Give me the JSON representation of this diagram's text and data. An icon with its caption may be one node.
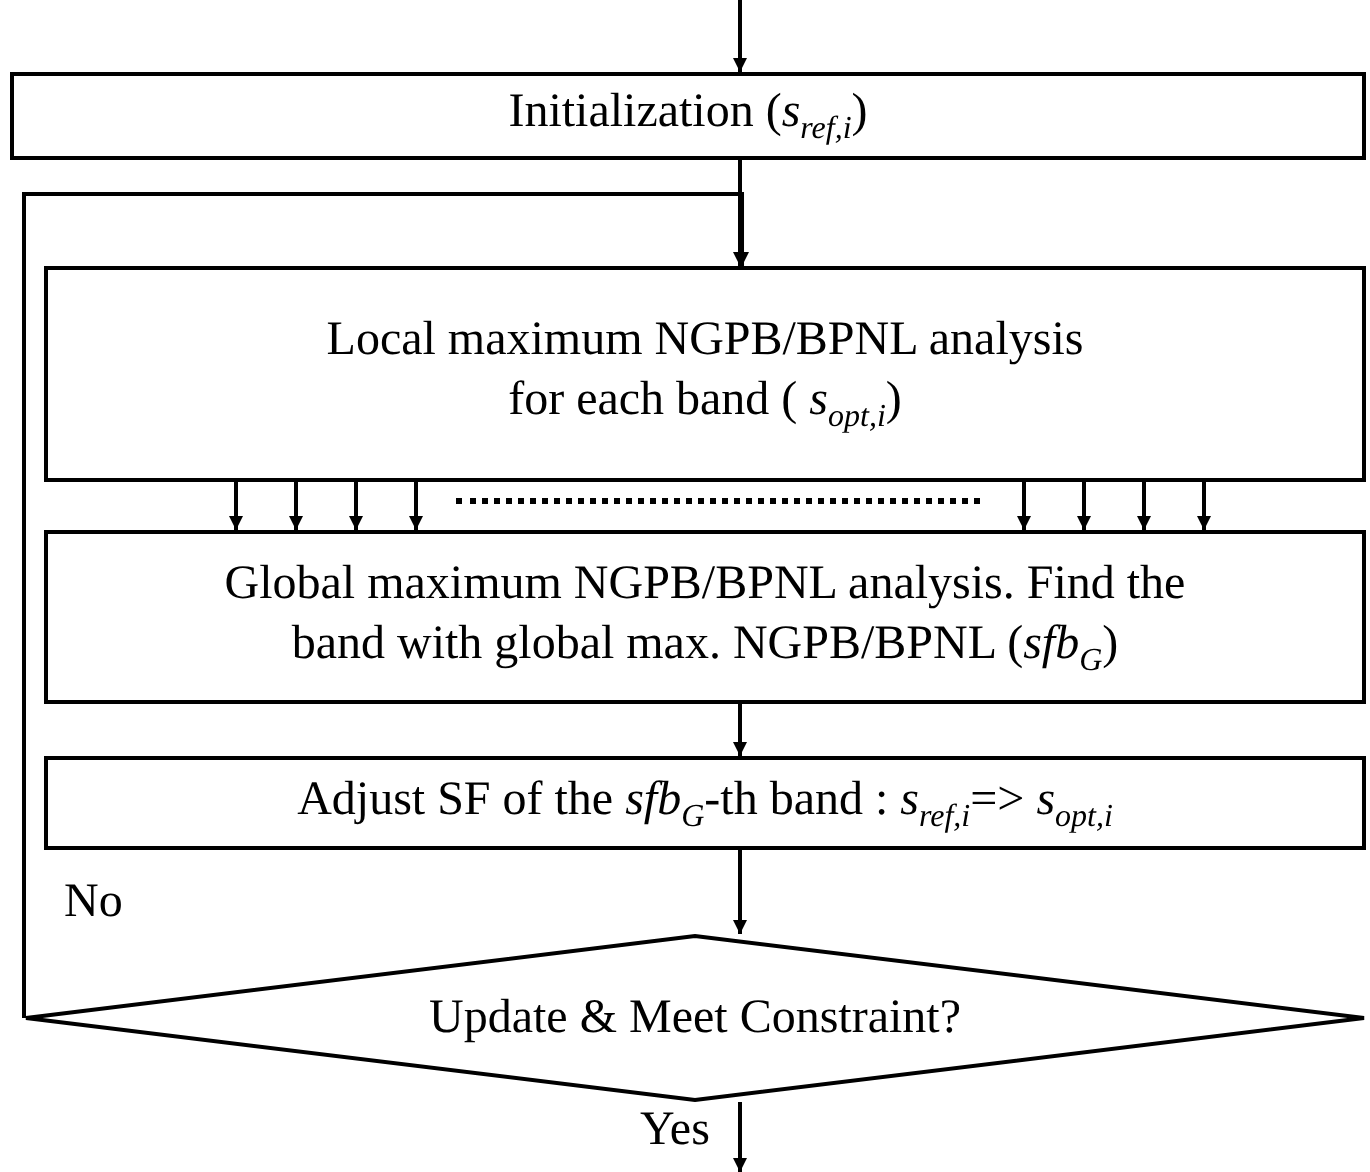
{
  "diagram": {
    "nodes": [
      {
        "text": [
          "Initialization (*s*$_{ref,i}$)"
        ]
      },
      {
        "text": [
          "Local maximum NGPB/BPNL analysis for each band ( *s*$_{opt,i}$)"
        ]
      },
      {
        "text": [
          "Global maximum NGPB/BPNL analysis. Find the band with global max. NGPB/BPNL  (*sfb*$_{G}$)"
        ]
      },
      {
        "text": [
          "Adjust SF of the *sfb*$_{G}$-th band :  *s*$_{ref,i}$=> *s*$_{opt,i}$"
        ]
      },
      {
        "text": [
          "Update & Meet Constraint?"
        ]
      }
    ],
    "edges": [
      {
        "from": null,
        "to": 0,
        "arrow": "to"
      },
      {
        "from": 0,
        "to": 1,
        "arrow": "to"
      },
      {
        "from": 4,
        "to": 1,
        "arrow": "to",
        "label": "No"
      },
      {
        "from": 1,
        "to": 2,
        "arrow": "to"
      },
      {
        "from": 1,
        "to": 2,
        "arrow": "to"
      },
      {
        "from": 1,
        "to": 2,
        "arrow": "to"
      },
      {
        "from": 1,
        "to": 2,
        "arrow": "to"
      },
      {
        "from": 1,
        "to": 2,
        "arrow": "to"
      },
      {
        "from": 1,
        "to": 2,
        "arrow": "to"
      },
      {
        "from": 1,
        "to": 2,
        "arrow": "to"
      },
      {
        "from": 1,
        "to": 2,
        "arrow": "to"
      },
      {
        "from": 2,
        "to": 3,
        "arrow": "to"
      },
      {
        "from": 3,
        "to": 4,
        "arrow": "to"
      },
      {
        "from": 4,
        "to": null,
        "arrow": "to",
        "label": "Yes"
      }
    ]
  }
}
